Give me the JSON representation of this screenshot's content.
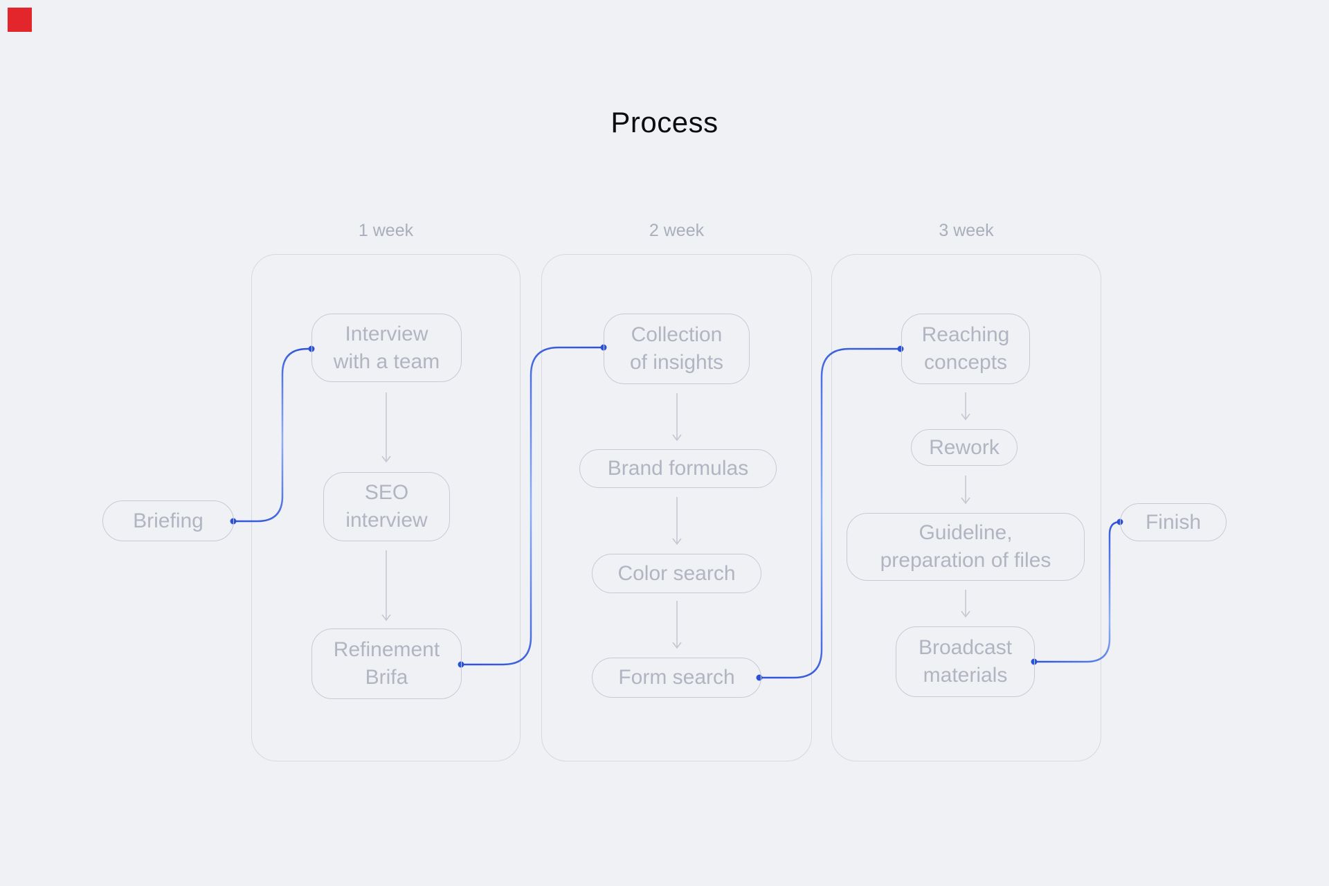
{
  "title": "Process",
  "brand_mark": {
    "color": "#e3262c"
  },
  "columns": [
    {
      "label": "1 week",
      "steps": [
        "Interview\nwith a team",
        "SEO\ninterview",
        "Refinement\nBrifa"
      ]
    },
    {
      "label": "2 week",
      "steps": [
        "Collection\nof insights",
        "Brand formulas",
        "Color search",
        "Form search"
      ]
    },
    {
      "label": "3 week",
      "steps": [
        "Reaching\nconcepts",
        "Rework",
        "Guideline,\npreparation of files",
        "Broadcast\nmaterials"
      ]
    }
  ],
  "flow": {
    "start": "Briefing",
    "finish": "Finish"
  },
  "colors": {
    "background": "#f0f1f5",
    "card_border": "#d6d8e0",
    "node_border": "#c7cad4",
    "node_text": "#b1b5c1",
    "week_label_text": "#a9aebb",
    "title_text": "#0c0d10",
    "connector_dark_blue": "#2e53d7",
    "connector_light_blue": "#8faff5",
    "arrow_gray": "#c2c5cf"
  }
}
